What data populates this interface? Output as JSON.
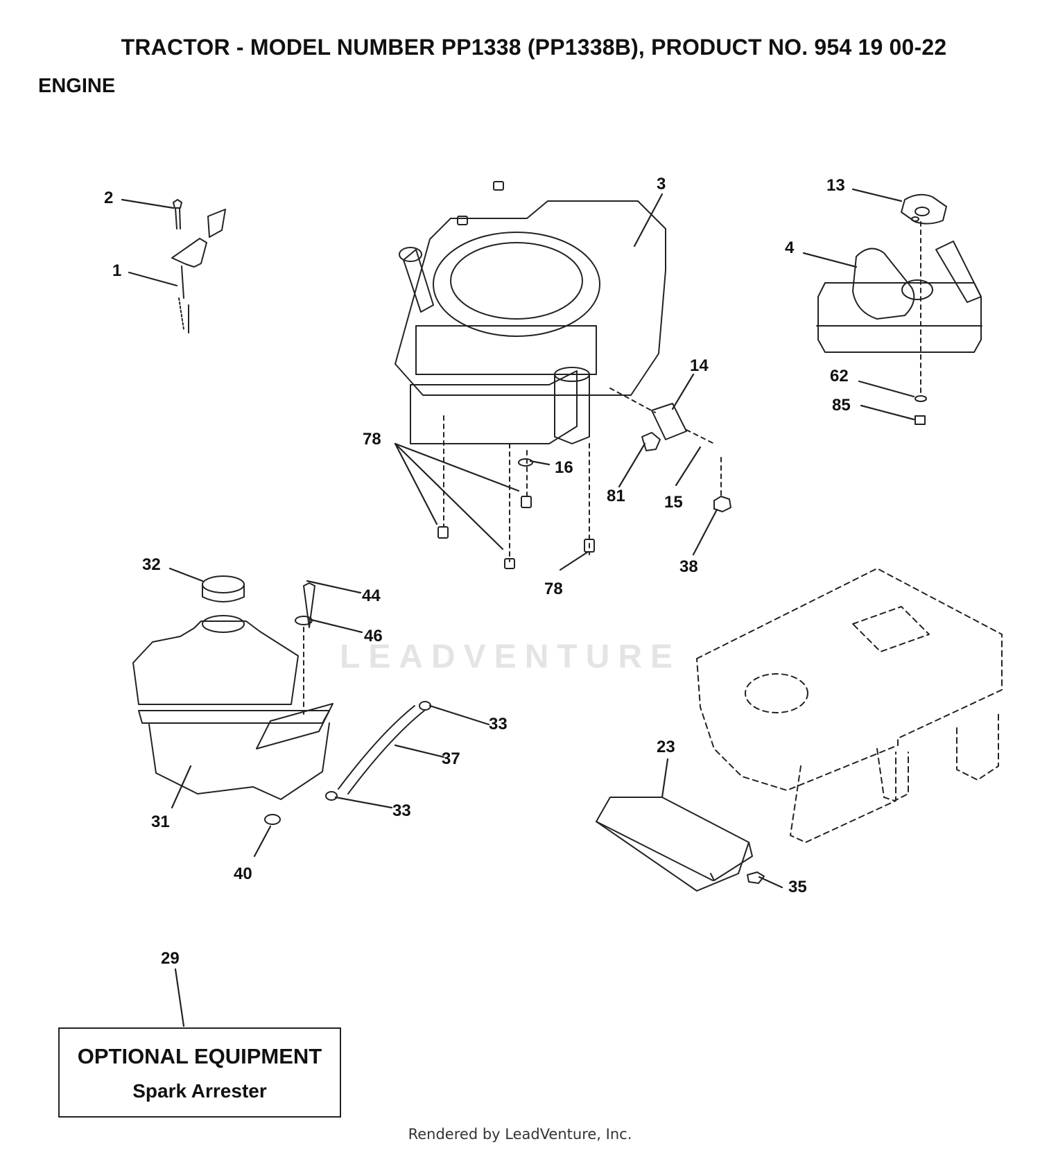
{
  "header": {
    "title": "TRACTOR - MODEL NUMBER PP1338 (PP1338B), PRODUCT NO. 954 19 00-22",
    "section": "ENGINE"
  },
  "callouts": {
    "c1": "1",
    "c2": "2",
    "c3": "3",
    "c4": "4",
    "c13": "13",
    "c14": "14",
    "c15": "15",
    "c16": "16",
    "c23": "23",
    "c29": "29",
    "c31": "31",
    "c32": "32",
    "c33a": "33",
    "c33b": "33",
    "c35": "35",
    "c37": "37",
    "c38": "38",
    "c40": "40",
    "c44": "44",
    "c46": "46",
    "c62": "62",
    "c78a": "78",
    "c78b": "78",
    "c81": "81",
    "c85": "85"
  },
  "optional_box": {
    "title": "OPTIONAL EQUIPMENT",
    "item": "Spark Arrester"
  },
  "watermark": "LEADVENTURE",
  "footer": "Rendered by LeadVenture, Inc."
}
